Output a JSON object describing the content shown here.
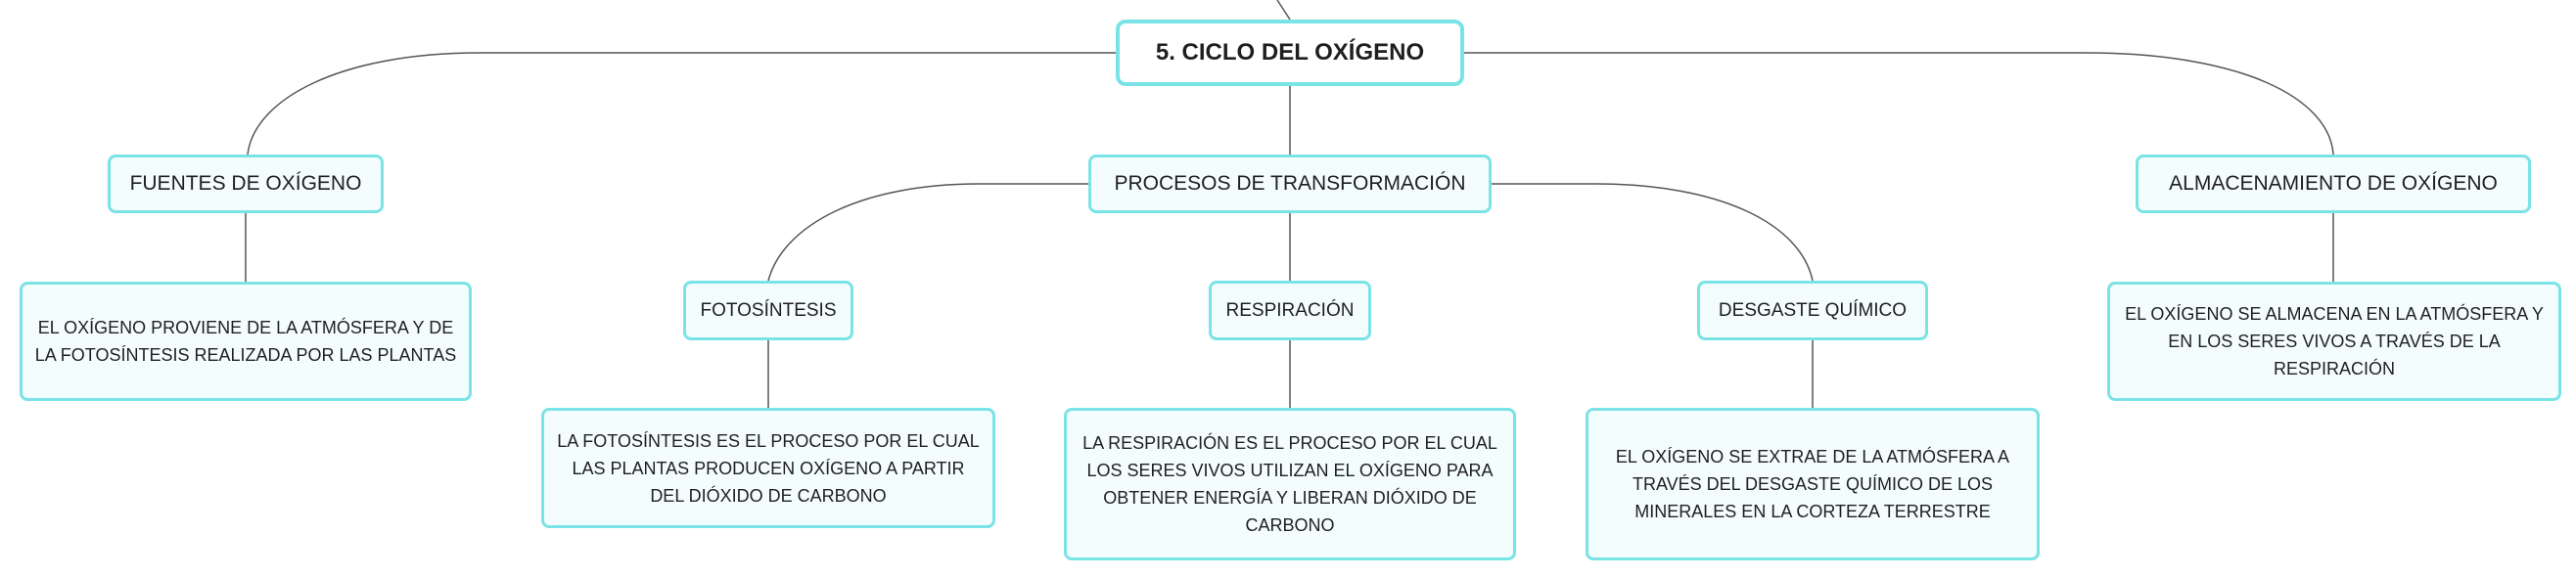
{
  "colors": {
    "node_border": "#7ae3e6",
    "node_fill": "#f4fdfd",
    "connector": "#555555",
    "text": "#1f1f1f"
  },
  "map": {
    "root": "5. CICLO DEL OXÍGENO",
    "fuentes": {
      "label": "FUENTES DE OXÍGENO",
      "detail": "EL OXÍGENO PROVIENE DE LA ATMÓSFERA Y DE LA FOTOSÍNTESIS REALIZADA POR LAS PLANTAS"
    },
    "procesos": {
      "label": "PROCESOS DE TRANSFORMACIÓN",
      "fotosintesis": {
        "label": "FOTOSÍNTESIS",
        "detail": "LA FOTOSÍNTESIS ES EL PROCESO POR EL CUAL LAS PLANTAS PRODUCEN OXÍGENO A PARTIR DEL DIÓXIDO DE CARBONO"
      },
      "respiracion": {
        "label": "RESPIRACIÓN",
        "detail": "LA RESPIRACIÓN ES EL PROCESO POR EL CUAL LOS SERES VIVOS UTILIZAN EL OXÍGENO PARA OBTENER ENERGÍA Y LIBERAN DIÓXIDO DE CARBONO"
      },
      "desgaste": {
        "label": "DESGASTE QUÍMICO",
        "detail": "EL OXÍGENO SE EXTRAE DE LA ATMÓSFERA A TRAVÉS DEL DESGASTE QUÍMICO DE LOS MINERALES EN LA CORTEZA TERRESTRE"
      }
    },
    "almacenamiento": {
      "label": "ALMACENAMIENTO DE OXÍGENO",
      "detail": "EL OXÍGENO SE ALMACENA EN LA ATMÓSFERA Y EN LOS SERES VIVOS A TRAVÉS DE LA RESPIRACIÓN"
    }
  }
}
